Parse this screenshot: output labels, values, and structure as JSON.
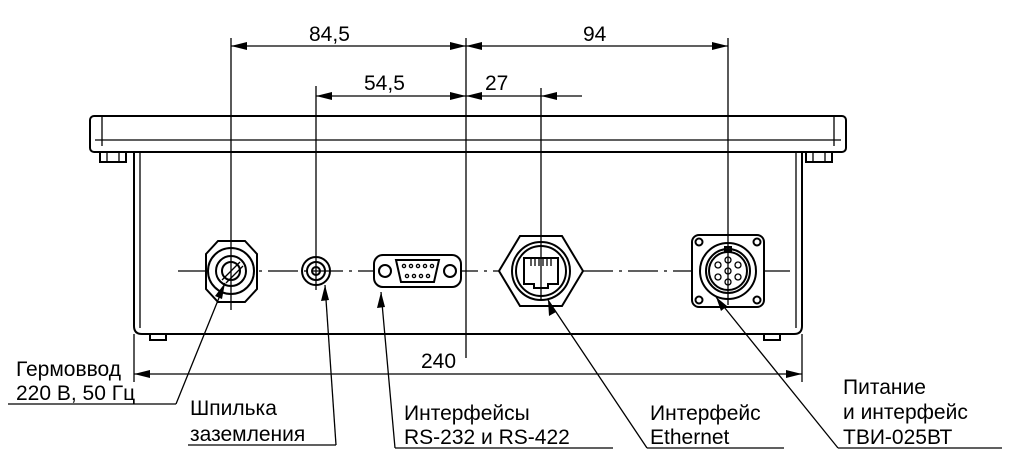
{
  "dimensions": {
    "d1": "84,5",
    "d2": "94",
    "d3": "54,5",
    "d4": "27",
    "d5": "240"
  },
  "callouts": {
    "cable_gland": [
      "Гермоввод",
      "220 В, 50 Гц"
    ],
    "ground_stud": [
      "Шпилька",
      "заземления"
    ],
    "serial": [
      "Интерфейсы",
      "RS-232 и RS-422"
    ],
    "ethernet": [
      "Интерфейс",
      "Ethernet"
    ],
    "power": [
      "Питание",
      "и интерфейс",
      "ТВИ-025ВТ"
    ]
  }
}
